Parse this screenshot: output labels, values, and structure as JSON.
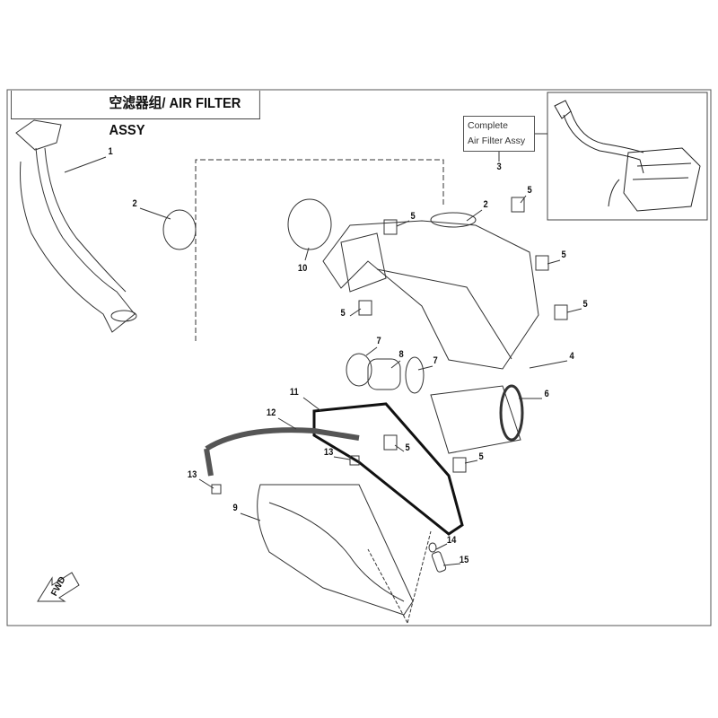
{
  "title": "空滤器组/ AIR FILTER ASSY",
  "complete_box": {
    "line1": "Complete",
    "line2": "Air Filter Assy"
  },
  "fwd_label": "FWD",
  "callouts": [
    "1",
    "2",
    "2",
    "3",
    "5",
    "5",
    "10",
    "5",
    "5",
    "5",
    "4",
    "7",
    "8",
    "7",
    "6",
    "11",
    "12",
    "5",
    "5",
    "13",
    "13",
    "9",
    "14",
    "15"
  ]
}
